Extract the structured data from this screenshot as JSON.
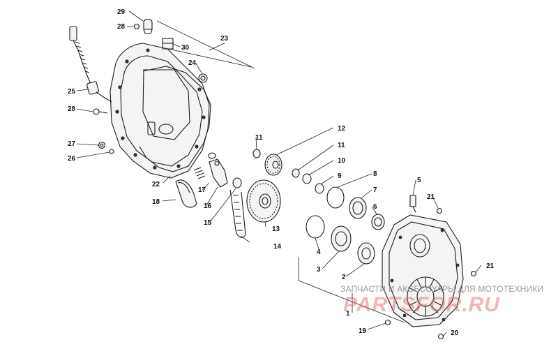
{
  "callouts": {
    "c1": "1",
    "c2": "2",
    "c3": "3",
    "c4": "4",
    "c5": "5",
    "c6": "6",
    "c7": "7",
    "c8": "8",
    "c9": "9",
    "c10": "10",
    "c11a": "11",
    "c11b": "11",
    "c12": "12",
    "c13": "13",
    "c14": "14",
    "c15": "15",
    "c16": "16",
    "c17": "17",
    "c18": "18",
    "c19": "19",
    "c20": "20",
    "c21a": "21",
    "c21b": "21",
    "c22": "22",
    "c23": "23",
    "c24": "24",
    "c25": "25",
    "c26": "26",
    "c27": "27",
    "c28a": "28",
    "c28b": "28",
    "c29": "29",
    "c30": "30"
  },
  "watermark": {
    "tagline": "ЗАПЧАСТИ И АКСЕССУАРЫ ДЛЯ МОТОТЕХНИКИ",
    "logo": "PARTSFOR.RU"
  },
  "colors": {
    "line": "#1a1a1a",
    "watermark_logo": "#d66060",
    "watermark_text": "#9a9a9a"
  }
}
